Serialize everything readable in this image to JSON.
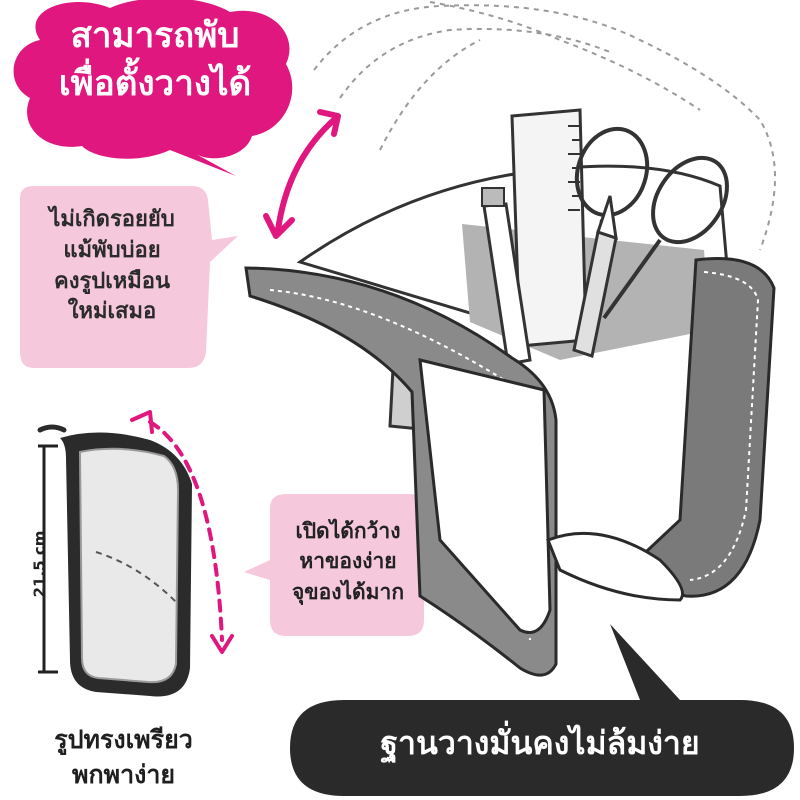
{
  "page": {
    "background": "#ffffff",
    "accent_color": "#e0177f",
    "soft_pink_color": "#f6c8dc",
    "dark_color": "#2a2a2a"
  },
  "callouts": {
    "foldable": {
      "lines": [
        "สามารถพับ",
        "เพื่อตั้งวางได้"
      ]
    },
    "no_wrinkle": {
      "lines": [
        "ไม่เกิดรอยยับ",
        "แม้พับบ่อย",
        "คงรูปเหมือน",
        "ใหม่เสมอ"
      ]
    },
    "wide_open": {
      "lines": [
        "เปิดได้กว้าง",
        "หาของง่าย",
        "จุของได้มาก"
      ]
    },
    "slim_shape": {
      "lines": [
        "รูปทรงเพรียว",
        "พกพาง่าย"
      ]
    },
    "stable_base": {
      "text": "ฐานวางมั่นคงไม่ล้มง่าย"
    }
  },
  "dimension": {
    "label": "21.5 cm"
  },
  "icons": [
    "double-arrow-icon",
    "dashed-arrow-icon",
    "pencil-case-folded-icon",
    "pencil-case-standing-icon",
    "ruler-icon",
    "scissors-icon",
    "pencil-icon",
    "pen-icon"
  ]
}
